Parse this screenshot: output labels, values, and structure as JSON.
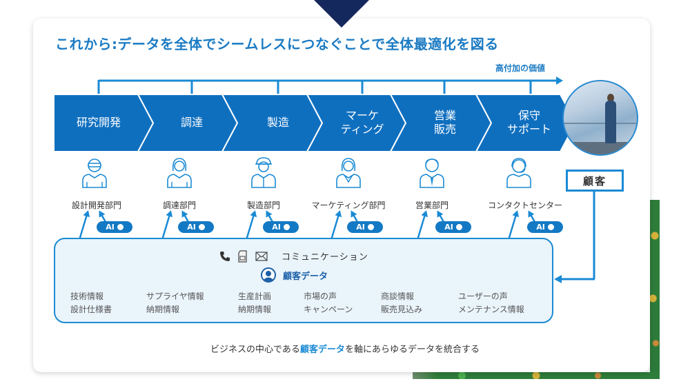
{
  "title": "これから:データを全体でシームレスにつなぐことで全体最適化を図る",
  "value_label": "高付加の価値",
  "colors": {
    "accent": "#1a7ac3",
    "chevron": "#0f6fbf",
    "line": "#1a8ad4",
    "data_box_bg": "#eaf4fb",
    "top_triangle": "#15285e"
  },
  "stages": [
    {
      "lines": [
        "研究開発"
      ]
    },
    {
      "lines": [
        "調達"
      ]
    },
    {
      "lines": [
        "製造"
      ]
    },
    {
      "lines": [
        "マーケ",
        "ティング"
      ]
    },
    {
      "lines": [
        "営業",
        "販売"
      ]
    },
    {
      "lines": [
        "保守",
        "サポート"
      ]
    }
  ],
  "departments": [
    {
      "label": "設計開発部門",
      "icon": "engineer-person-icon"
    },
    {
      "label": "調達部門",
      "icon": "female-person-icon"
    },
    {
      "label": "製造部門",
      "icon": "worker-helmet-person-icon"
    },
    {
      "label": "マーケティング部門",
      "icon": "female-person-icon"
    },
    {
      "label": "営業部門",
      "icon": "businessman-person-icon"
    },
    {
      "label": "コンタクトセンター",
      "icon": "headset-person-icon"
    }
  ],
  "ai_label": "AI",
  "customer_label": "顧客",
  "communication": {
    "icons": [
      "phone-icon",
      "fax-icon",
      "mail-icon"
    ],
    "label": "コミュニケーション"
  },
  "customer_data": {
    "icon": "user-circle-icon",
    "label": "顧客データ"
  },
  "data_columns": [
    [
      "技術情報",
      "設計仕様書"
    ],
    [
      "サプライヤ情報",
      "納期情報"
    ],
    [
      "生産計画",
      "納期情報"
    ],
    [
      "市場の声",
      "キャンペーン"
    ],
    [
      "商談情報",
      "販売見込み"
    ],
    [
      "ユーザーの声",
      "メンテナンス情報"
    ]
  ],
  "caption": {
    "before": "ビジネスの中心である",
    "highlight": "顧客データ",
    "after": "を軸にあらゆるデータを統合する"
  }
}
